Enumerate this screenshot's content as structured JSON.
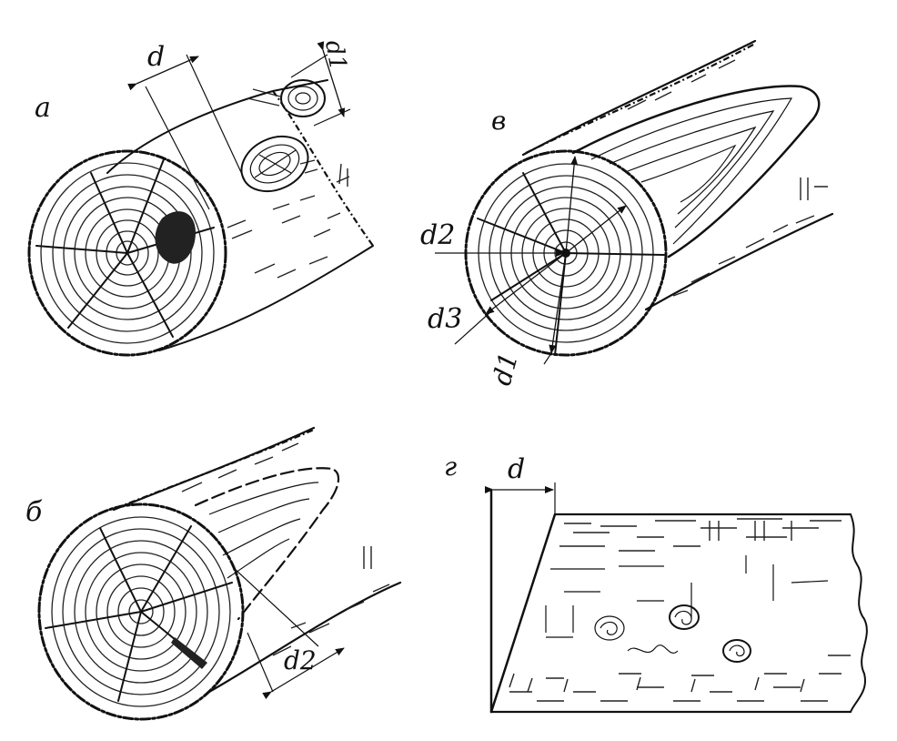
{
  "panels": {
    "a": {
      "letter": "а",
      "dim1": "d",
      "dim2": "d1"
    },
    "v": {
      "letter": "в",
      "dim1": "d2",
      "dim2": "d3",
      "dim3": "d1"
    },
    "b": {
      "letter": "б",
      "dim1": "d2"
    },
    "g": {
      "letter": "г",
      "dim1": "d"
    }
  }
}
